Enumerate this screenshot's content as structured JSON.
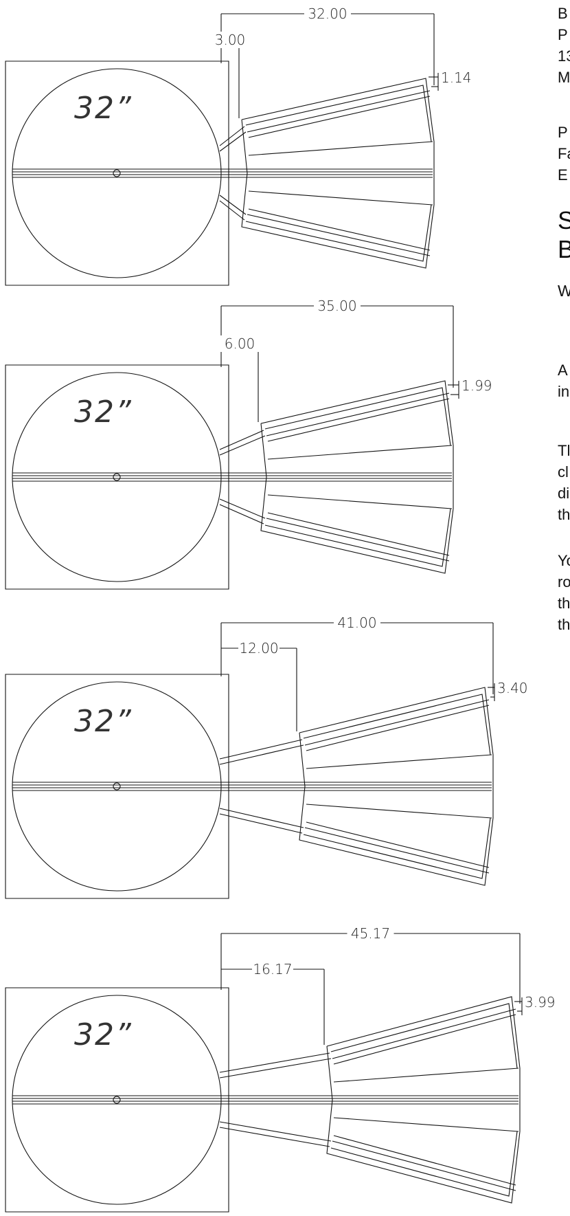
{
  "views": [
    {
      "size_label": "32”",
      "overall": "32.00",
      "offset": "3.00",
      "rise": "1.14"
    },
    {
      "size_label": "32”",
      "overall": "35.00",
      "offset": "6.00",
      "rise": "1.99"
    },
    {
      "size_label": "32”",
      "overall": "41.00",
      "offset": "12.00",
      "rise": "3.40"
    },
    {
      "size_label": "32”",
      "overall": "45.17",
      "offset": "16.17",
      "rise": "3.99"
    }
  ],
  "side_panel": {
    "block1": [
      "B",
      "P",
      "13",
      "M"
    ],
    "block2": [
      "P",
      "Fa",
      "E"
    ],
    "heading": [
      "S",
      "B"
    ],
    "sub": [
      "W"
    ],
    "para1": [
      "A",
      "in"
    ],
    "para2": [
      "Tl",
      "cl",
      "di",
      "th"
    ],
    "para3": [
      "Yo",
      "ro",
      "th",
      "th"
    ]
  }
}
